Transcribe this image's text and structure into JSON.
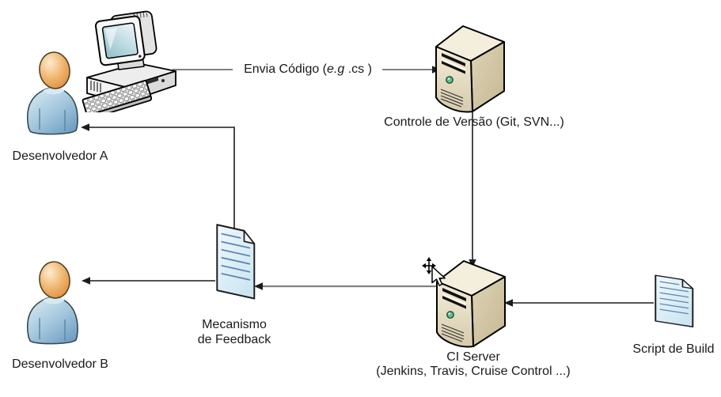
{
  "diagram": {
    "title_hint": "Fluxo de Integração Contínua",
    "colors": {
      "background": "#ffffff",
      "connector_gray": "#808080",
      "connector_black": "#1c1c1c",
      "server_front": "#e9e0c6",
      "server_side": "#ccc0a0",
      "server_top": "#f4efdd",
      "server_led_green": "#5fc091",
      "document_fill": "#d9edf7",
      "document_text_line": "#5b84ab",
      "person_head": "#e9a75c",
      "person_body": "#8fb8d4",
      "label_color": "#1a1a1a"
    },
    "nodes": {
      "developer_a": {
        "label": "Desenvolvedor A"
      },
      "developer_b": {
        "label": "Desenvolvedor B"
      },
      "version_control": {
        "label": "Controle de Versão (Git, SVN...)"
      },
      "ci_server": {
        "label_line1": "CI Server",
        "label_line2": "(Jenkins, Travis, Cruise Control ...)"
      },
      "feedback": {
        "label_line1": "Mecanismo",
        "label_line2": "de Feedback"
      },
      "build_script": {
        "label": "Script de Build"
      }
    },
    "edges": {
      "envia_codigo": {
        "label_prefix": "Envia Código (",
        "label_italic": "e.g",
        "label_suffix": " .cs )"
      }
    },
    "cursor": {
      "type": "move"
    }
  }
}
